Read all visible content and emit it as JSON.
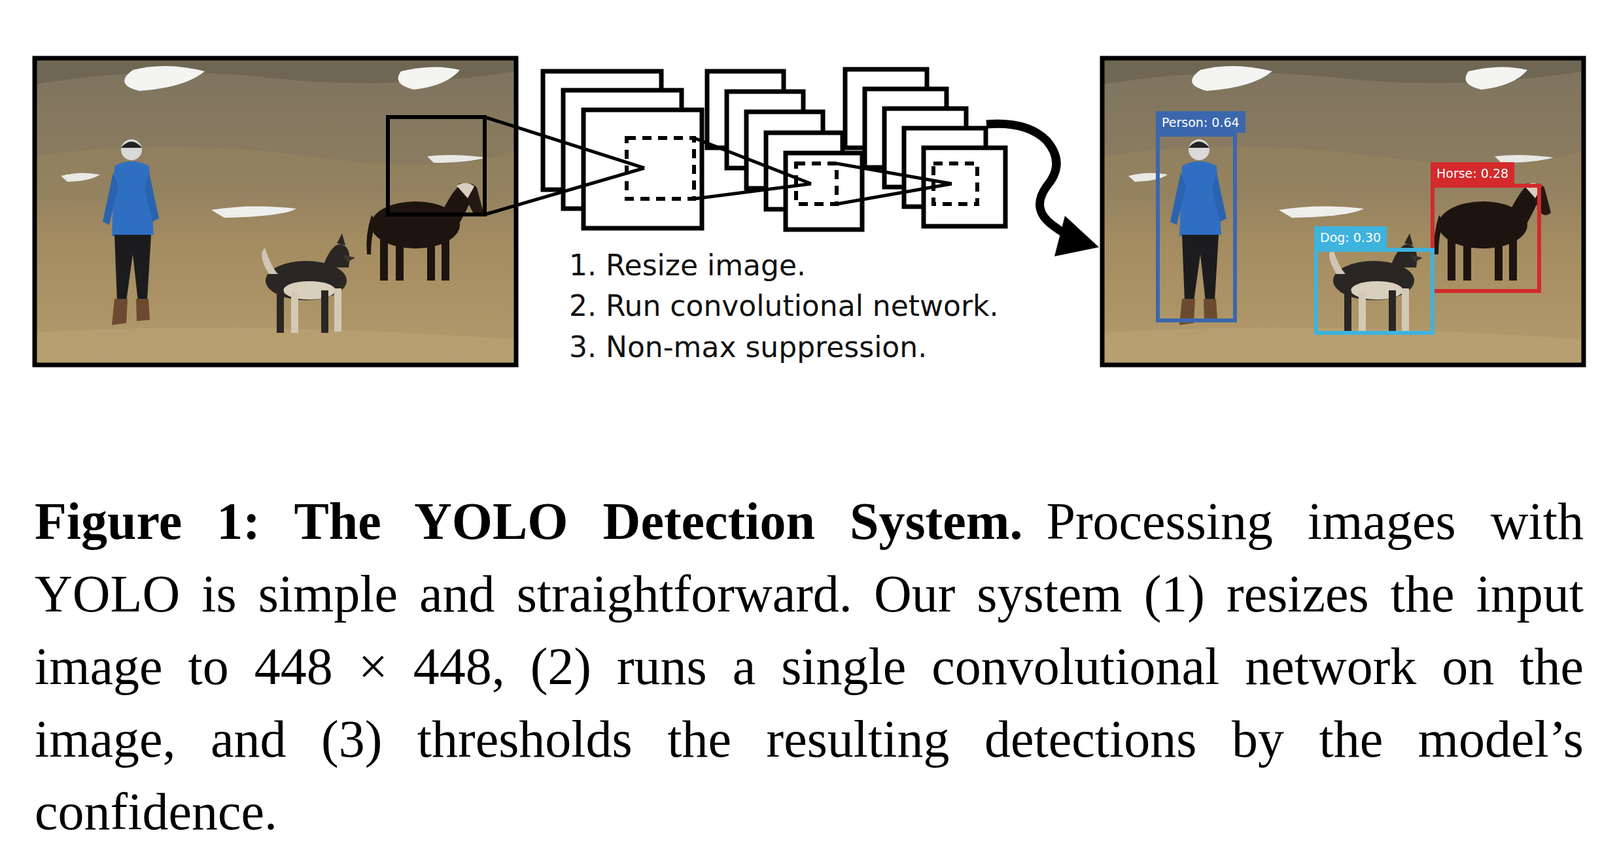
{
  "diagram": {
    "title": "Figure 1: The YOLO Detection System.",
    "caption": "Processing images with YOLO is simple and straightforward. Our system (1) resizes the input image to 448 × 448, (2) runs a single convolutional network on the image, and (3) thresholds the resulting detections by the model’s confidence.",
    "nodes": [
      {
        "text": [
          "Person: 0.64"
        ]
      },
      {
        "text": [
          "Horse: 0.28"
        ]
      },
      {
        "text": [
          "Dog: 0.30"
        ]
      }
    ],
    "labels": [
      "1. Resize image.",
      "2. Run convolutional network.",
      "3. Non-max suppression."
    ]
  }
}
